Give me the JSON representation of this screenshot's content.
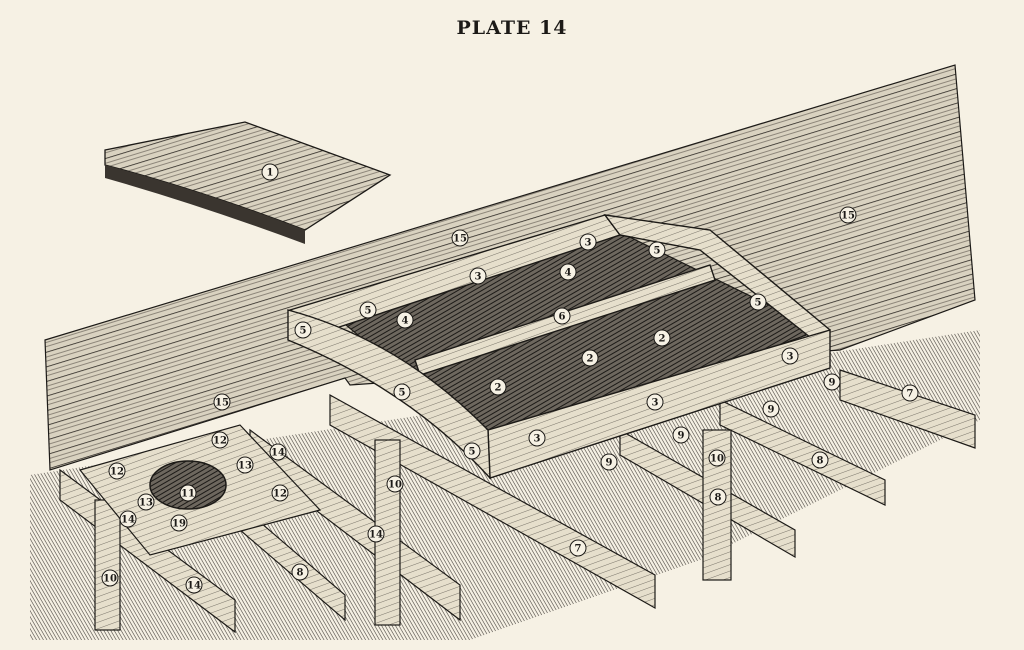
{
  "plate_title": "PLATE 14",
  "callouts": [
    "1",
    "15",
    "15",
    "15",
    "3",
    "5",
    "3",
    "4",
    "5",
    "4",
    "5",
    "6",
    "2",
    "2",
    "5",
    "5",
    "2",
    "3",
    "3",
    "3",
    "5",
    "9",
    "7",
    "9",
    "9",
    "9",
    "10",
    "8",
    "8",
    "7",
    "12",
    "14",
    "12",
    "13",
    "13",
    "11",
    "12",
    "14",
    "19",
    "10",
    "14",
    "8",
    "14",
    "10"
  ],
  "colors": {
    "paper": "#f6f1e4",
    "ink": "#1c1a17"
  }
}
